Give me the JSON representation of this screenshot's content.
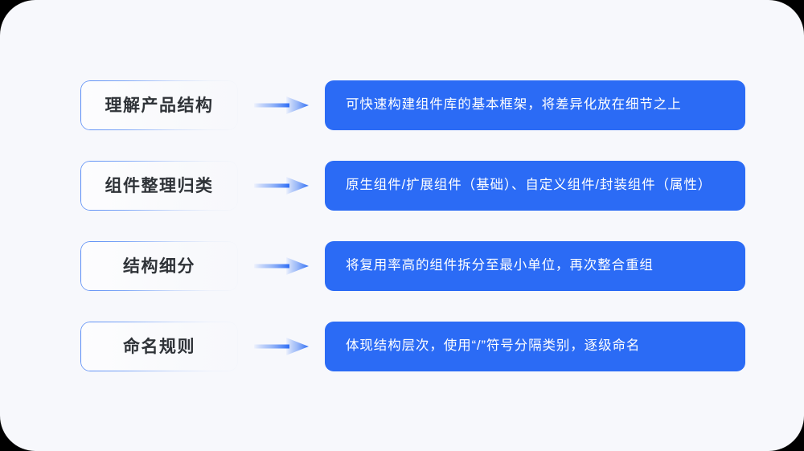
{
  "panel": {
    "background_color": "#f7f8fc",
    "stage_background_color": "#000000"
  },
  "theme": {
    "accent_blue": "#2b6bf5",
    "border_blue": "#5b8df5",
    "label_text_color": "#2f3338",
    "desc_text_color": "#ffffff"
  },
  "flow": {
    "rows": [
      {
        "stage_label": "理解产品结构",
        "arrow": "arrow-right-icon",
        "description": "可快速构建组件库的基本框架，将差异化放在细节之上"
      },
      {
        "stage_label": "组件整理归类",
        "arrow": "arrow-right-icon",
        "description": "原生组件/扩展组件（基础）、自定义组件/封装组件（属性）"
      },
      {
        "stage_label": "结构细分",
        "arrow": "arrow-right-icon",
        "description": "将复用率高的组件拆分至最小单位，再次整合重组"
      },
      {
        "stage_label": "命名规则",
        "arrow": "arrow-right-icon",
        "description": "体现结构层次，使用“/”符号分隔类别，逐级命名"
      }
    ]
  }
}
